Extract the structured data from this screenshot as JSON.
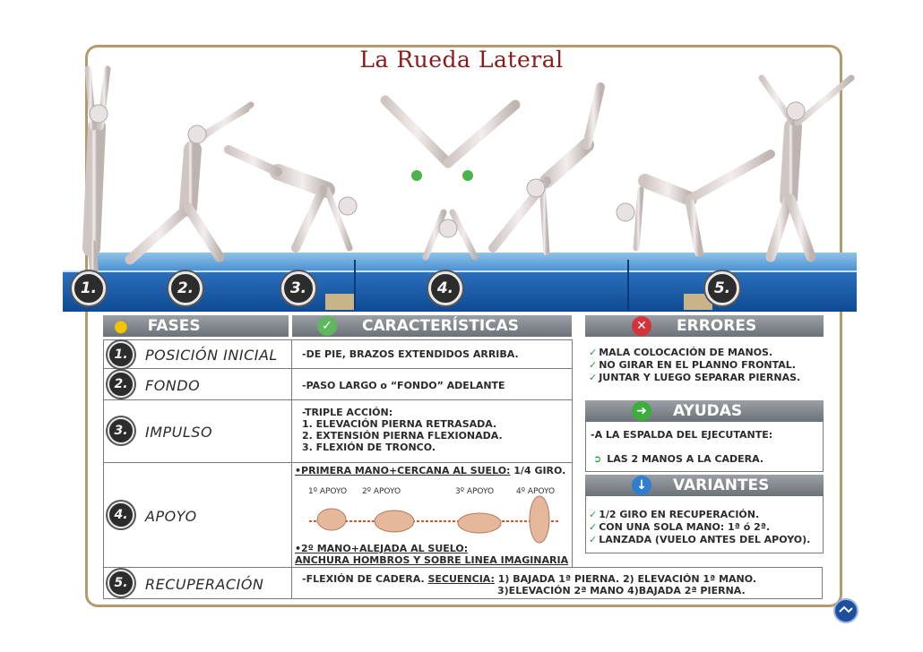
{
  "title": "La Rueda Lateral",
  "strip": {
    "badges": [
      "1.",
      "2.",
      "3.",
      "4.",
      "5."
    ]
  },
  "headers": {
    "fases": "FASES",
    "caracteristicas": "CARACTERÍSTICAS",
    "errores": "ERRORES",
    "ayudas": "AYUDAS",
    "variantes": "VARIANTES"
  },
  "phases": [
    {
      "num": "1.",
      "label": "POSICIÓN INICIAL"
    },
    {
      "num": "2.",
      "label": "FONDO"
    },
    {
      "num": "3.",
      "label": "IMPULSO"
    },
    {
      "num": "4.",
      "label": "APOYO"
    },
    {
      "num": "5.",
      "label": "RECUPERACIÓN"
    }
  ],
  "characteristics": {
    "p1": "-DE PIE, BRAZOS EXTENDIDOS ARRIBA.",
    "p2": "-PASO LARGO o “FONDO” ADELANTE",
    "p3": [
      "-TRIPLE ACCIÓN:",
      "1. ELEVACIÓN PIERNA RETRASADA.",
      "2. EXTENSIÓN PIERNA FLEXIONADA.",
      "3. FLEXIÓN DE TRONCO."
    ],
    "p4_first": "•PRIMERA MANO+CERCANA AL SUELO:",
    "p4_first_tail": " 1/4 GIRO.",
    "p4_supports": [
      "1º APOYO",
      "2º APOYO",
      "3º APOYO",
      "4º APOYO"
    ],
    "p4_second": "•2º MANO+ALEJADA AL SUELO:",
    "p4_second_b": "ANCHURA HOMBROS Y SOBRE LINEA IMAGINARIA",
    "p5_a": "-FLEXIÓN DE CADERA. ",
    "p5_seq": "SECUENCIA:",
    "p5_b": " 1) BAJADA 1ª PIERNA.   2) ELEVACIÓN 1ª MANO.",
    "p5_c": "3)ELEVACIÓN 2ª MANO 4)BAJADA 2ª PIERNA."
  },
  "errors": [
    "MALA COLOCACIÓN DE MANOS.",
    "NO GIRAR EN EL PLANNO FRONTAL.",
    "JUNTAR Y LUEGO SEPARAR PIERNAS."
  ],
  "aids": {
    "a1": "-A LA ESPALDA DEL EJECUTANTE:",
    "a2": "LAS 2 MANOS A LA CADERA."
  },
  "variants": [
    "1/2 GIRO EN RECUPERACIÓN.",
    "CON UNA SOLA MANO: 1ª ó 2ª.",
    "LANZADA (VUELO ANTES DEL APOYO)."
  ],
  "colors": {
    "title": "#8b1a1a",
    "frame": "#b59a6e",
    "mat": "#1f5fae",
    "check": "#2c9a3c",
    "error_icon": "#d6323a",
    "aid_icon": "#3cae3c",
    "variant_icon": "#2f7fd0"
  }
}
